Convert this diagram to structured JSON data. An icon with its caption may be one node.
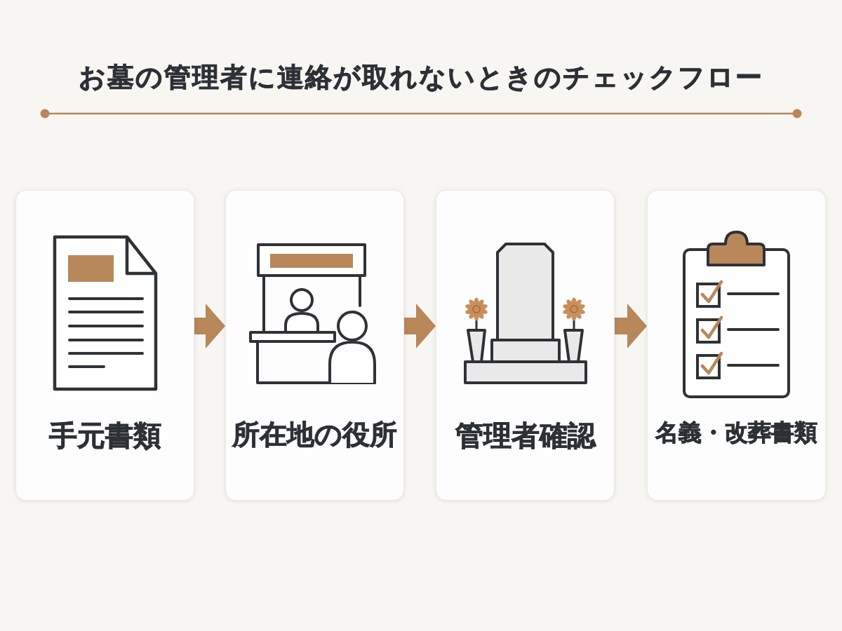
{
  "diagram": {
    "title": "お墓の管理者に連絡が取れないときのチェックフロー",
    "nodes": [
      {
        "text": [
          "手元書類"
        ]
      },
      {
        "text": [
          "所在地の役所"
        ]
      },
      {
        "text": [
          "管理者確認"
        ]
      },
      {
        "text": [
          "名義・改葬書類"
        ]
      }
    ],
    "edges": [
      {
        "from": 0,
        "to": 1,
        "arrow": "to"
      },
      {
        "from": 1,
        "to": 2,
        "arrow": "to"
      },
      {
        "from": 2,
        "to": 3,
        "arrow": "to"
      }
    ]
  }
}
